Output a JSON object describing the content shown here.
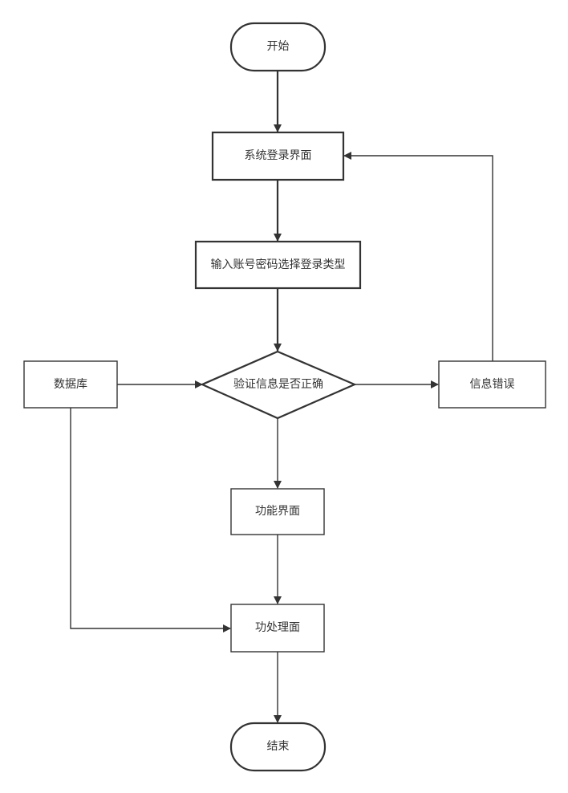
{
  "nodes": {
    "start": {
      "label": "开始"
    },
    "login_screen": {
      "label": "系统登录界面"
    },
    "input_credentials": {
      "label": "输入账号密码选择登录类型"
    },
    "verify": {
      "label": "验证信息是否正确"
    },
    "database": {
      "label": "数据库"
    },
    "info_error": {
      "label": "信息错误"
    },
    "function_screen": {
      "label": "功能界面"
    },
    "process": {
      "label": "功处理面"
    },
    "end": {
      "label": "结束"
    }
  }
}
